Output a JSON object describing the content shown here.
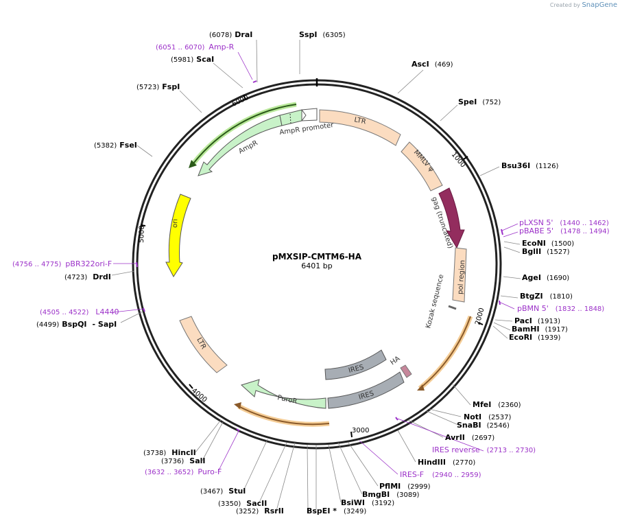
{
  "brand": {
    "created_by": "Created by",
    "name": "SnapGene"
  },
  "plasmid": {
    "name": "pMXSIP-CMTM6-HA",
    "size_label": "6401 bp"
  },
  "ticks": [
    "1000",
    "2000",
    "3000",
    "4000",
    "5000",
    "6000"
  ],
  "features": {
    "ltr1": "LTR",
    "mmlv": "MMLV ψ",
    "gag": "gag (truncated)",
    "pol": "pol region",
    "kozak": "Kozak sequence",
    "ha": "HA",
    "ires1": "IRES",
    "ires2": "IRES",
    "puror": "PuroR",
    "ltr2": "LTR",
    "ori": "ori",
    "ampr": "AmpR",
    "ampr_promoter": "AmpR promoter"
  },
  "labels": [
    {
      "id": "drai",
      "pos": "(6078)",
      "name": "DraI",
      "kind": "enzyme"
    },
    {
      "id": "sspi",
      "name": "SspI",
      "pos": "(6305)",
      "kind": "enzyme"
    },
    {
      "id": "ampr-primer",
      "pos": "(6051 .. 6070)",
      "name": "Amp-R",
      "kind": "primer"
    },
    {
      "id": "scai",
      "pos": "(5981)",
      "name": "ScaI",
      "kind": "enzyme"
    },
    {
      "id": "asci",
      "name": "AscI",
      "pos": "(469)",
      "kind": "enzyme"
    },
    {
      "id": "fspi",
      "pos": "(5723)",
      "name": "FspI",
      "kind": "enzyme"
    },
    {
      "id": "spei",
      "name": "SpeI",
      "pos": "(752)",
      "kind": "enzyme"
    },
    {
      "id": "fsei",
      "pos": "(5382)",
      "name": "FseI",
      "kind": "enzyme"
    },
    {
      "id": "bsu36i",
      "name": "Bsu36I",
      "pos": "(1126)",
      "kind": "enzyme"
    },
    {
      "id": "plxsn",
      "name": "pLXSN 5'",
      "pos": "(1440 .. 1462)",
      "kind": "primer"
    },
    {
      "id": "pbabe",
      "name": "pBABE 5'",
      "pos": "(1478 .. 1494)",
      "kind": "primer"
    },
    {
      "id": "econi",
      "name": "EcoNI",
      "pos": "(1500)",
      "kind": "enzyme"
    },
    {
      "id": "bglii",
      "name": "BglII",
      "pos": "(1527)",
      "kind": "enzyme"
    },
    {
      "id": "pbr322",
      "pos": "(4756 .. 4775)",
      "name": "pBR322ori-F",
      "kind": "primer"
    },
    {
      "id": "drdi",
      "pos": "(4723)",
      "name": "DrdI",
      "kind": "enzyme"
    },
    {
      "id": "agei",
      "name": "AgeI",
      "pos": "(1690)",
      "kind": "enzyme"
    },
    {
      "id": "btgzi",
      "name": "BtgZI",
      "pos": "(1810)",
      "kind": "enzyme"
    },
    {
      "id": "pbmn",
      "name": "pBMN 5'",
      "pos": "(1832 .. 1848)",
      "kind": "primer"
    },
    {
      "id": "l4440",
      "pos": "(4505 .. 4522)",
      "name": "L4440",
      "kind": "primer"
    },
    {
      "id": "bspqi",
      "pos": "(4499)",
      "name": "BspQI",
      "extra": "- SapI",
      "kind": "enzyme"
    },
    {
      "id": "paci",
      "name": "PacI",
      "pos": "(1913)",
      "kind": "enzyme"
    },
    {
      "id": "bamhi",
      "name": "BamHI",
      "pos": "(1917)",
      "kind": "enzyme"
    },
    {
      "id": "ecori",
      "name": "EcoRI",
      "pos": "(1939)",
      "kind": "enzyme"
    },
    {
      "id": "mfei",
      "name": "MfeI",
      "pos": "(2360)",
      "kind": "enzyme"
    },
    {
      "id": "noti",
      "name": "NotI",
      "pos": "(2537)",
      "kind": "enzyme"
    },
    {
      "id": "snabi",
      "name": "SnaBI",
      "pos": "(2546)",
      "kind": "enzyme"
    },
    {
      "id": "avrii",
      "name": "AvrII",
      "pos": "(2697)",
      "kind": "enzyme"
    },
    {
      "id": "iresrev",
      "name": "IRES reverse",
      "pos": "(2713 .. 2730)",
      "kind": "primer"
    },
    {
      "id": "hincii",
      "pos": "(3738)",
      "name": "HincII",
      "kind": "enzyme"
    },
    {
      "id": "hindiii",
      "name": "HindIII",
      "pos": "(2770)",
      "kind": "enzyme"
    },
    {
      "id": "sali",
      "pos": "(3736)",
      "name": "SalI",
      "kind": "enzyme"
    },
    {
      "id": "iresf",
      "name": "IRES-F",
      "pos": "(2940 .. 2959)",
      "kind": "primer"
    },
    {
      "id": "purof",
      "pos": "(3632 .. 3652)",
      "name": "Puro-F",
      "kind": "primer"
    },
    {
      "id": "pflmi",
      "name": "PflMI",
      "pos": "(2999)",
      "kind": "enzyme"
    },
    {
      "id": "stui",
      "pos": "(3467)",
      "name": "StuI",
      "kind": "enzyme"
    },
    {
      "id": "bmgbi",
      "name": "BmgBI",
      "pos": "(3089)",
      "kind": "enzyme"
    },
    {
      "id": "sacii",
      "pos": "(3350)",
      "name": "SacII",
      "kind": "enzyme"
    },
    {
      "id": "bsiwi",
      "name": "BsiWI",
      "pos": "(3192)",
      "kind": "enzyme"
    },
    {
      "id": "rsrii",
      "pos": "(3252)",
      "name": "RsrII",
      "kind": "enzyme"
    },
    {
      "id": "bspei",
      "name": "BspEI *",
      "pos": "(3249)",
      "kind": "enzyme"
    }
  ]
}
